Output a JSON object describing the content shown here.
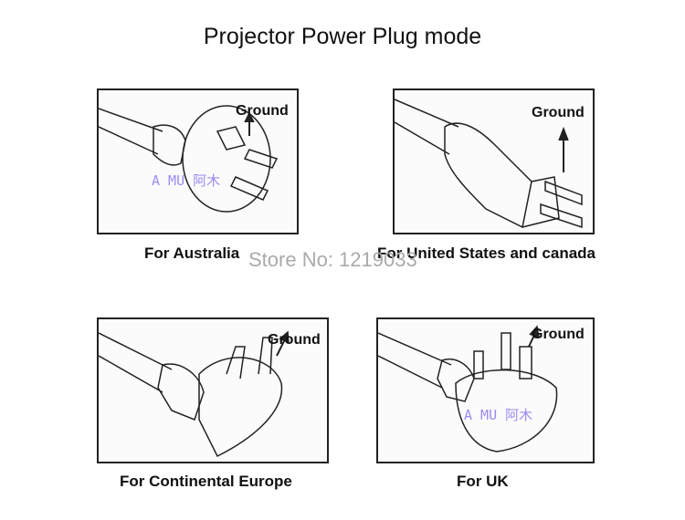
{
  "title": "Projector Power Plug mode",
  "store_watermark": "Store No: 1219033",
  "plugs": [
    {
      "label": "For Australia",
      "ground": "Ground",
      "watermark": "A MU 阿木"
    },
    {
      "label": "For United States  and canada",
      "ground": "Ground"
    },
    {
      "label": "For Continental Europe",
      "ground": "Ground"
    },
    {
      "label": "For UK",
      "ground": "Ground",
      "watermark": "A MU 阿木"
    }
  ]
}
